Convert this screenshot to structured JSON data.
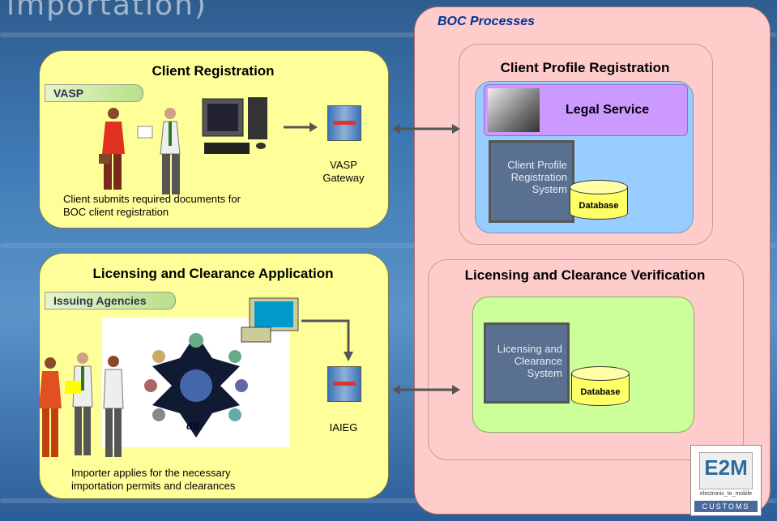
{
  "top_title": "importation)",
  "boc": {
    "title": "BOC Processes",
    "profile_title": "Client Profile Registration",
    "legal_service": "Legal Service",
    "profile_system": [
      "Client Profile",
      "Registration",
      "System"
    ],
    "database1": "Database",
    "licensing_title": "Licensing and Clearance Verification",
    "licensing_system": [
      "Licensing and",
      "Clearance",
      "System"
    ],
    "database2": "Database"
  },
  "client_registration": {
    "title": "Client Registration",
    "tag": "VASP",
    "caption": [
      "Client submits required documents for",
      "BOC client registration"
    ],
    "gateway": [
      "VASP",
      "Gateway"
    ]
  },
  "licensing_application": {
    "title": "Licensing and Clearance Application",
    "tag": "Issuing Agencies",
    "caption": [
      "Importer applies for the necessary",
      "importation permits and clearances"
    ],
    "gateway": "IAIEG",
    "dti": "dti"
  },
  "logo": {
    "brand": "E2M",
    "tagline": "electronic_to_mobile",
    "sub": "CUSTOMS"
  },
  "colors": {
    "yellow_panel": "#ffff99",
    "pink_panel": "#ffcccc",
    "blue_box": "#99ccff",
    "green_box": "#ccff99",
    "legal_box": "#cc99ff"
  }
}
